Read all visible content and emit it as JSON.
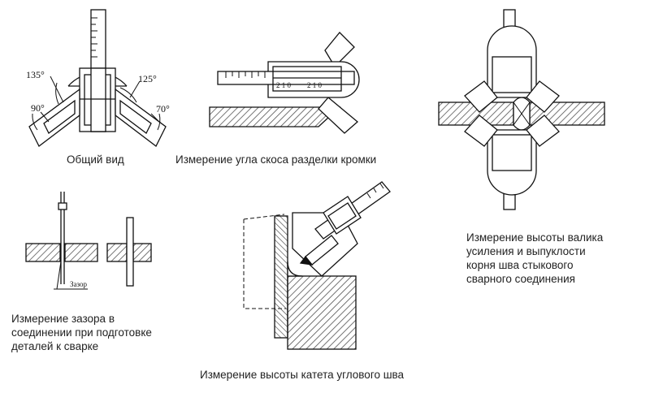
{
  "captions": {
    "general_view": "Общий вид",
    "bevel_angle": "Измерение угла скоса разделки кромки",
    "reinforcement_height": "Измерение высоты валика усиления и выпуклости корня шва стыкового сварного соединения",
    "gap": "Измерение зазора в соединении при подготовке деталей к сварке",
    "fillet_leg": "Измерение высоты катета углового шва"
  },
  "angle_labels": {
    "a135": "135°",
    "a125": "125°",
    "a90": "90°",
    "a70": "70°"
  },
  "gap_label": "Зазор",
  "scale_digits": "2 1 0",
  "colors": {
    "ink": "#111111",
    "hatch": "#555555",
    "caption": "#222222"
  }
}
